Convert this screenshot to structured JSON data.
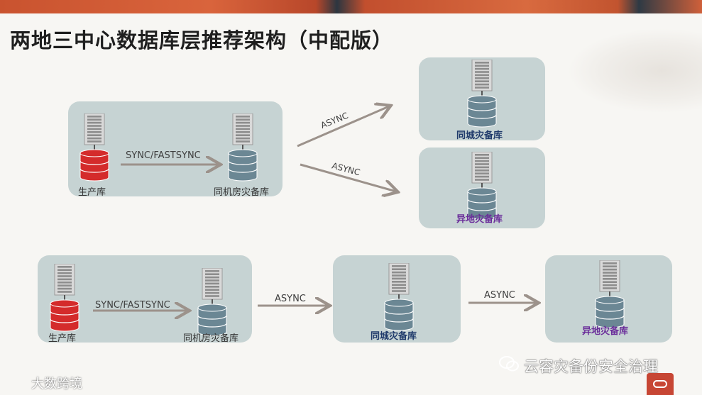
{
  "title": "两地三中心数据库层推荐架构（中配版）",
  "labels": {
    "prod_db": "生产库",
    "same_room_standby": "同机房灾备库",
    "same_city_standby": "同城灾备库",
    "remote_standby": "异地灾备库"
  },
  "links": {
    "sync": "SYNC/FASTSYNC",
    "async": "ASYNC"
  },
  "watermark": "云容灾备份安全治理",
  "bottom_logo": "大数跨境",
  "colors": {
    "box_bg": "#c6d3d3",
    "prod_db": "#d42b2b",
    "standby_db": "#6b8794",
    "arrow": "#9c928b",
    "navy_label": "#1f3a6b",
    "purple_label": "#6a2d9a",
    "oracle": "#c74634"
  },
  "icons": {
    "server": "server-rack-icon",
    "database": "database-cylinder-icon",
    "wechat": "wechat-icon",
    "oracle": "oracle-logo-icon"
  }
}
